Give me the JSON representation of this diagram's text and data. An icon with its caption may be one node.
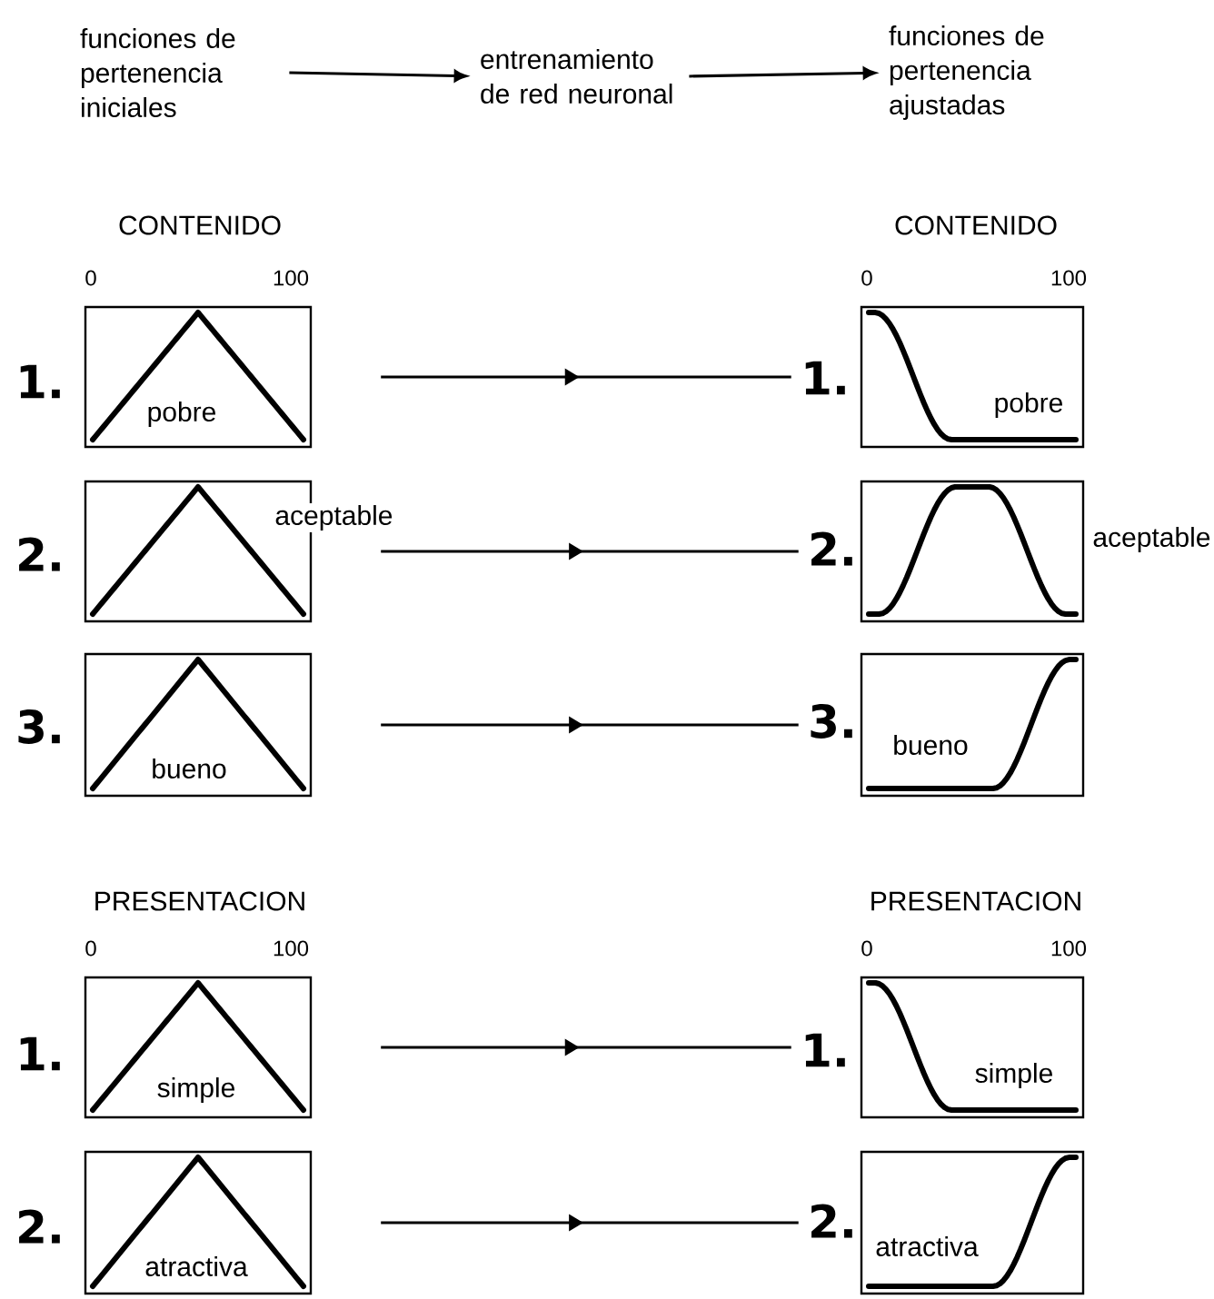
{
  "diagram": {
    "nodes": [
      {
        "text": [
          "funciones de pertenencia iniciales"
        ]
      },
      {
        "text": [
          "entrenamiento de red neuronal"
        ]
      },
      {
        "text": [
          "funciones de pertenencia ajustadas"
        ]
      },
      {
        "text": [
          "pobre"
        ]
      },
      {
        "text": [
          "aceptable"
        ]
      },
      {
        "text": [
          "bueno"
        ]
      },
      {
        "text": [
          "simple"
        ]
      },
      {
        "text": [
          "atractiva"
        ]
      },
      {
        "text": [
          "pobre"
        ]
      },
      {
        "text": [
          "aceptable"
        ]
      },
      {
        "text": [
          "bueno"
        ]
      },
      {
        "text": [
          "simple"
        ]
      },
      {
        "text": [
          "atractiva"
        ]
      }
    ],
    "edges": [
      {
        "from": 0,
        "to": 1,
        "arrow": "to"
      },
      {
        "from": 1,
        "to": 2,
        "arrow": "to"
      },
      {
        "from": 3,
        "to": 8,
        "arrow": "to"
      },
      {
        "from": 4,
        "to": 9,
        "arrow": "to"
      },
      {
        "from": 5,
        "to": 10,
        "arrow": "to"
      },
      {
        "from": 6,
        "to": 11,
        "arrow": "to"
      },
      {
        "from": 7,
        "to": 12,
        "arrow": "to"
      }
    ],
    "labels": [
      "CONTENIDO",
      "CONTENIDO",
      "0",
      "100",
      "0",
      "100",
      "1.",
      "1.",
      "2.",
      "2.",
      "3.",
      "3.",
      "PRESENTACION",
      "PRESENTACION",
      "0",
      "100",
      "0",
      "100",
      "1.",
      "1.",
      "2.",
      "2."
    ]
  }
}
